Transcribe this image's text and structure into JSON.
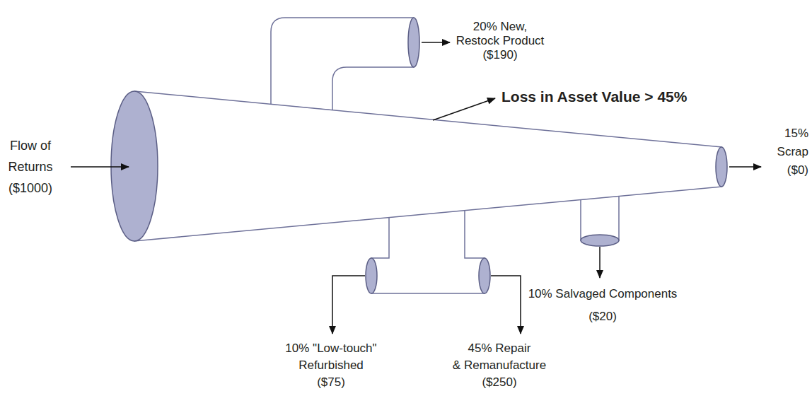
{
  "diagram": {
    "labels": [
      "Flow of Returns ($1000)",
      "20% New, Restock Product ($190)",
      "Loss in Asset Value > 45%",
      "15% Scrap ($0)",
      "10% Salvaged Components ($20)",
      "10% \"Low-touch\" Refurbished ($75)",
      "45% Repair & Remanufacture ($250)"
    ]
  }
}
